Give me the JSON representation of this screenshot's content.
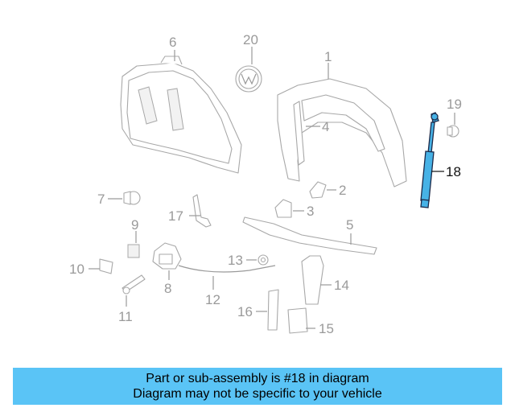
{
  "diagram": {
    "callouts": [
      {
        "id": "c1",
        "label": "1",
        "highlight": false
      },
      {
        "id": "c2",
        "label": "2",
        "highlight": false
      },
      {
        "id": "c3",
        "label": "3",
        "highlight": false
      },
      {
        "id": "c4",
        "label": "4",
        "highlight": false
      },
      {
        "id": "c5",
        "label": "5",
        "highlight": false
      },
      {
        "id": "c6",
        "label": "6",
        "highlight": false
      },
      {
        "id": "c7",
        "label": "7",
        "highlight": false
      },
      {
        "id": "c8",
        "label": "8",
        "highlight": false
      },
      {
        "id": "c9",
        "label": "9",
        "highlight": false
      },
      {
        "id": "c10",
        "label": "10",
        "highlight": false
      },
      {
        "id": "c11",
        "label": "11",
        "highlight": false
      },
      {
        "id": "c12",
        "label": "12",
        "highlight": false
      },
      {
        "id": "c13",
        "label": "13",
        "highlight": false
      },
      {
        "id": "c14",
        "label": "14",
        "highlight": false
      },
      {
        "id": "c15",
        "label": "15",
        "highlight": false
      },
      {
        "id": "c16",
        "label": "16",
        "highlight": false
      },
      {
        "id": "c17",
        "label": "17",
        "highlight": false
      },
      {
        "id": "c18",
        "label": "18",
        "highlight": true
      },
      {
        "id": "c19",
        "label": "19",
        "highlight": false
      },
      {
        "id": "c20",
        "label": "20",
        "highlight": false
      }
    ],
    "highlight_color": "#47b2e6"
  },
  "banner": {
    "line1": "Part or sub-assembly is #18 in diagram",
    "line2": "Diagram may not be specific to your vehicle",
    "background": "#5ac4f6"
  }
}
